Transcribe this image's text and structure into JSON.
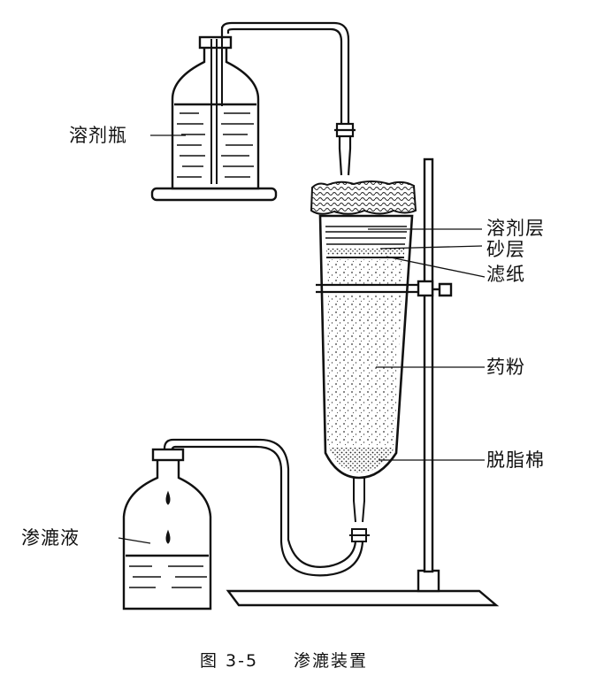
{
  "labels": {
    "solvent_bottle": "溶剂瓶",
    "solvent_layer": "溶剂层",
    "sand_layer": "砂层",
    "filter_paper": "滤纸",
    "drug_powder": "药粉",
    "cotton": "脱脂棉",
    "percolate": "渗漉液"
  },
  "caption": {
    "figure_number": "图 3-5",
    "title": "渗漉装置"
  }
}
